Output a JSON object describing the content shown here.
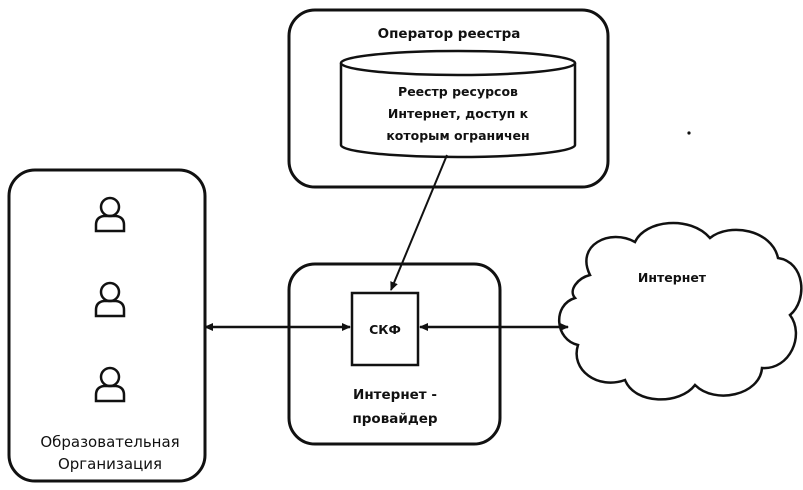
{
  "registry_operator": {
    "title": "Оператор реестра",
    "database": {
      "line1": "Реестр ресурсов",
      "line2": "Интернет, доступ к",
      "line3": "которым ограничен"
    }
  },
  "isp": {
    "filter_label": "СКФ",
    "title_line1": "Интернет -",
    "title_line2": "провайдер"
  },
  "internet": {
    "label": "Интернет"
  },
  "educational_org": {
    "title_line1": "Образовательная",
    "title_line2": "Организация",
    "user_icons": [
      "user-icon",
      "user-icon",
      "user-icon"
    ]
  },
  "colors": {
    "stroke": "#111111",
    "background": "#ffffff"
  }
}
